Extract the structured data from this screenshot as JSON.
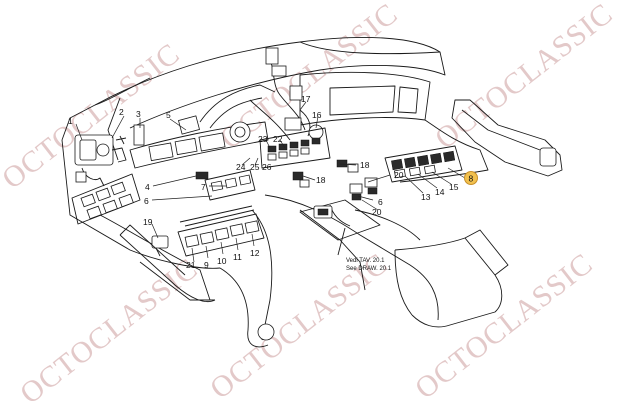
{
  "diagram": {
    "callouts": [
      {
        "id": "c1",
        "text": "1"
      },
      {
        "id": "c2",
        "text": "2"
      },
      {
        "id": "c3",
        "text": "3"
      },
      {
        "id": "c4",
        "text": "4"
      },
      {
        "id": "c5",
        "text": "5"
      },
      {
        "id": "c6a",
        "text": "6"
      },
      {
        "id": "c7",
        "text": "7"
      },
      {
        "id": "c8",
        "text": "8",
        "highlighted": true
      },
      {
        "id": "c9",
        "text": "9"
      },
      {
        "id": "c10",
        "text": "10"
      },
      {
        "id": "c11",
        "text": "11"
      },
      {
        "id": "c12",
        "text": "12"
      },
      {
        "id": "c13",
        "text": "13"
      },
      {
        "id": "c14",
        "text": "14"
      },
      {
        "id": "c15",
        "text": "15"
      },
      {
        "id": "c16",
        "text": "16"
      },
      {
        "id": "c17",
        "text": "17"
      },
      {
        "id": "c18a",
        "text": "18"
      },
      {
        "id": "c18b",
        "text": "18"
      },
      {
        "id": "c19",
        "text": "19"
      },
      {
        "id": "c20a",
        "text": "20"
      },
      {
        "id": "c20b",
        "text": "20"
      },
      {
        "id": "c21",
        "text": "21"
      },
      {
        "id": "c22",
        "text": "22"
      },
      {
        "id": "c23",
        "text": "23"
      },
      {
        "id": "c24",
        "text": "24"
      },
      {
        "id": "c25",
        "text": "25"
      },
      {
        "id": "c26",
        "text": "26"
      },
      {
        "id": "c6b",
        "text": "6"
      }
    ],
    "notes": [
      {
        "id": "note1",
        "text": "Vedi TAV. 20.1"
      },
      {
        "id": "note2",
        "text": "See DRAW. 20.1"
      }
    ]
  },
  "watermark": {
    "text": "OCTOCLASSIC",
    "color": "#e3c9c9"
  },
  "colors": {
    "highlight_fill": "#f2c14e",
    "highlight_stroke": "#c8902a",
    "line": "#1a1a1a"
  }
}
